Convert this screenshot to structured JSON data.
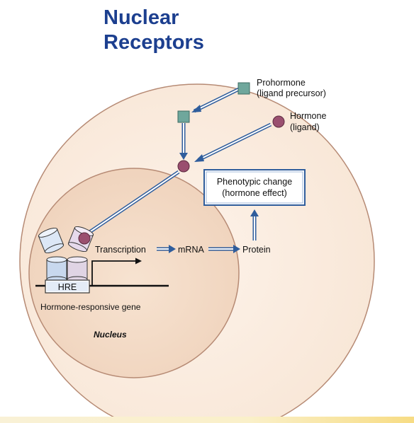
{
  "slide": {
    "title_line1": "Nuclear",
    "title_line2": "Receptors"
  },
  "diagram": {
    "prohormone": [
      "Prohormone",
      "(ligand precursor)"
    ],
    "hormone": [
      "Hormone",
      "(ligand)"
    ],
    "phenotypic_change": [
      "Phenotypic change",
      "(hormone effect)"
    ],
    "transcription": "Transcription",
    "mrna": "mRNA",
    "protein": "Protein",
    "hre": "HRE",
    "gene_label": "Hormone-responsive gene",
    "nucleus_label": "Nucleus"
  },
  "colors": {
    "title": "#1c3f8f",
    "cell_fill": "#fbeee2",
    "nucleus_fill": "#f4dcc8",
    "arrow": "#3a6fb0",
    "prohormone_square": "#6fa79c",
    "hormone_circle": "#9a4f6f",
    "bottom_bar": "#f7dc84"
  }
}
